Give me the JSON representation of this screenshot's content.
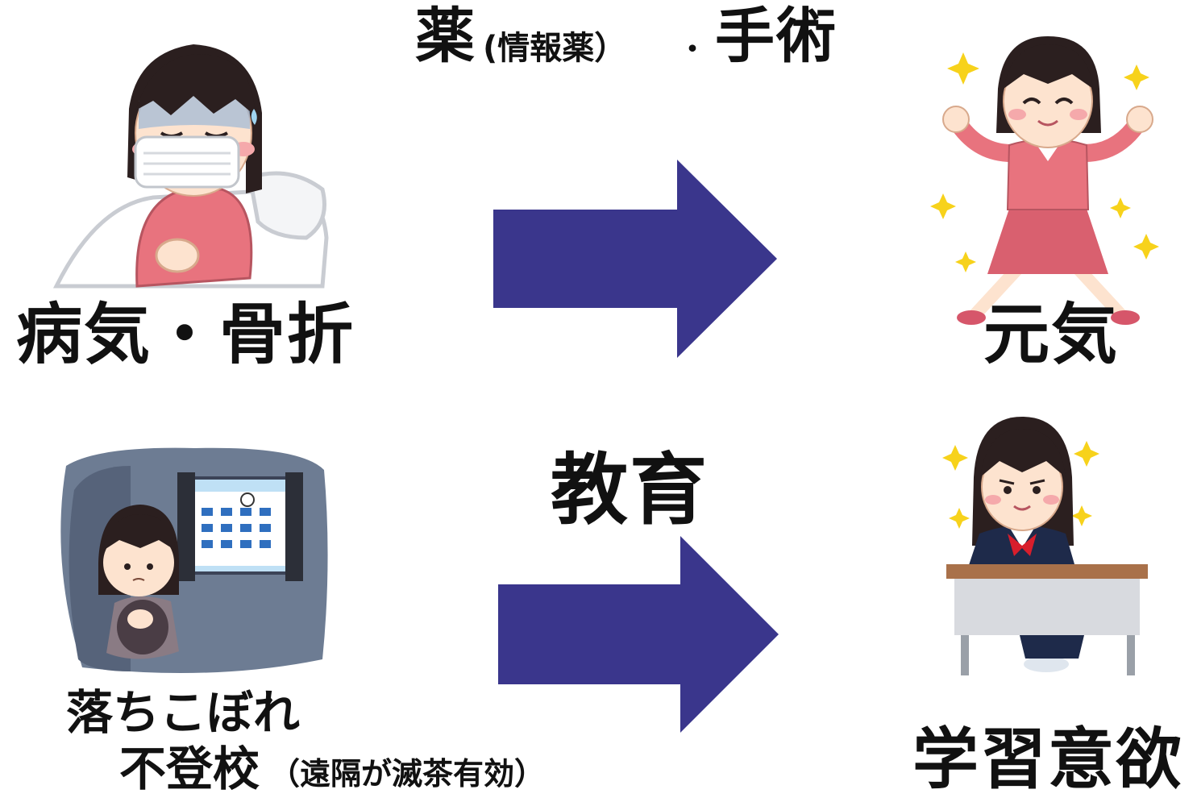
{
  "top_caption": {
    "medicine": "薬",
    "medicine_note": "(情報薬）",
    "separator": "・",
    "surgery": "手術"
  },
  "middle_caption": "教育",
  "top_left_label": "病気・骨折",
  "top_right_label": "元気",
  "bottom_left_label_line1": "落ちこぼれ",
  "bottom_left_label_line2": "不登校",
  "bottom_left_note": "（遠隔が滅茶有効）",
  "bottom_right_label": "学習意欲",
  "colors": {
    "arrow": "#3a368c",
    "text": "#111111",
    "pink_top": "#e8737e",
    "skin": "#fde3cf",
    "hair": "#2b1f1f",
    "room_bg": "#6d7c93",
    "navy_uniform": "#1e2a4a"
  },
  "illustrations": {
    "sick": "sick-girl-in-bed-icon",
    "healthy": "cheerful-girl-icon",
    "dropout": "girl-crouching-in-dark-room-icon",
    "motivated": "student-at-desk-icon"
  }
}
